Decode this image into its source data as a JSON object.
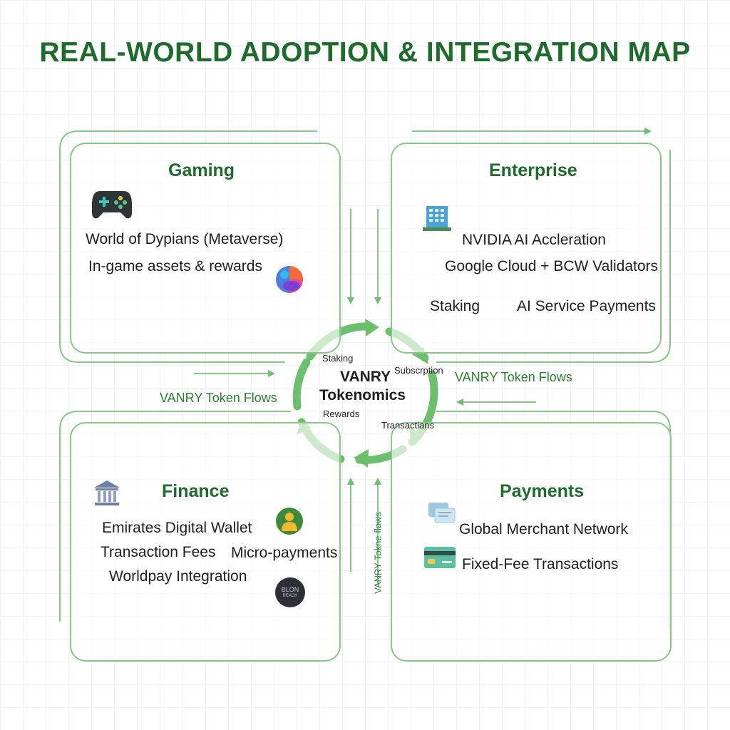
{
  "title": "REAL-WORLD ADOPTION & INTEGRATION MAP",
  "colors": {
    "title": "#1f6b2e",
    "panel_border": "#8bc58b",
    "flow_arrow": "#6cbf6c",
    "cycle_arrow": "#6cbf6c",
    "flow_label": "#2e7d32"
  },
  "center": {
    "title_line1": "VANRY",
    "title_line2": "Tokenomics",
    "cycle_labels": [
      "Staking",
      "Subscrption",
      "Rewards",
      "Transactians"
    ]
  },
  "flow_labels": {
    "left": "VANRY Token Flows",
    "right": "VANRY Token Flows",
    "vertical": "VANRY Tokne flows"
  },
  "gaming": {
    "title": "Gaming",
    "items": [
      "World of Dypians (Metaverse)",
      "In-game assets & rewards"
    ],
    "icons": [
      "gamepad-icon",
      "colorful-orb-logo"
    ]
  },
  "enterprise": {
    "title": "Enterprise",
    "items": [
      "NVIDIA AI Accleration",
      "Google Cloud + BCW Validators",
      "Staking",
      "AI Service Payments"
    ],
    "icons": [
      "office-building-icon"
    ]
  },
  "finance": {
    "title": "Finance",
    "items": [
      "Emirates Digital Wallet",
      "Transaction Fees",
      "Micro-payments",
      "Worldpay Integration"
    ],
    "icons": [
      "bank-icon",
      "wallet-user-logo",
      "dark-circle-logo"
    ],
    "logo_text": [
      "BLON",
      "REACH"
    ]
  },
  "payments": {
    "title": "Payments",
    "items": [
      "Global Merchant Network",
      "Fixed-Fee Transactions"
    ],
    "icons": [
      "chat-bubbles-icon",
      "credit-card-icon"
    ]
  }
}
